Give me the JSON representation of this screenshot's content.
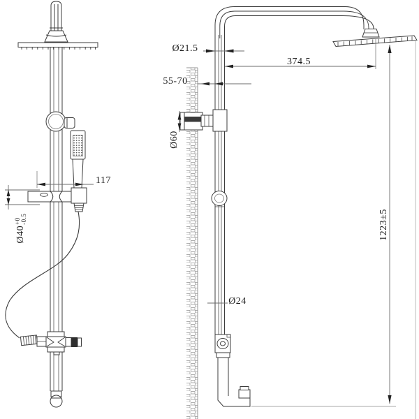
{
  "drawing": {
    "type": "technical-drawing",
    "subject": "shower column with overhead rain head and hand shower, front and side views",
    "colors": {
      "background": "#ffffff",
      "line": "#3c3c3c",
      "dimension_line": "#6b6b6b",
      "text": "#1c1c1c",
      "wall_hatch": "#9a9a9a"
    },
    "labels": {
      "head_pipe_diameter": "Ø21.5",
      "arm_reach": "374.5",
      "wall_clearance": "55-70",
      "bracket_diameter": "Ø60",
      "slider_length": "117",
      "glide_diameter": "Ø40",
      "glide_tol_upper": "+0",
      "glide_tol_lower": "-0.5",
      "column_height": "1223±5",
      "riser_diameter": "Ø24"
    }
  }
}
